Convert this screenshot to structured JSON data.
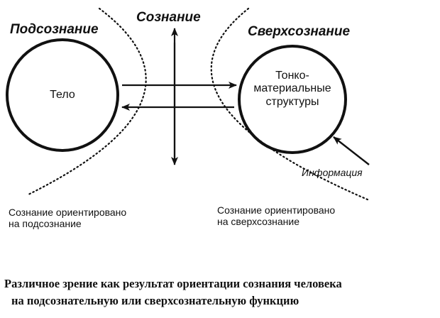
{
  "labels": {
    "subconscious": "Подсознание",
    "consciousness": "Сознание",
    "superconscious": "Сверхсознание"
  },
  "left_circle": {
    "text": "Тело"
  },
  "right_circle": {
    "lines": [
      "Тонко-",
      "материальные",
      "структуры"
    ]
  },
  "information_label": "Информация",
  "notes": {
    "left": [
      "Сознание ориентировано",
      "на подсознание"
    ],
    "right": [
      "Сознание ориентировано",
      "на сверхсознание"
    ]
  },
  "caption": {
    "line1": "Различное зрение как результат ориентации сознания человека",
    "line2": "на подсознательную или сверхсознательную функцию"
  },
  "colors": {
    "ink": "#111111",
    "background": "#ffffff"
  }
}
